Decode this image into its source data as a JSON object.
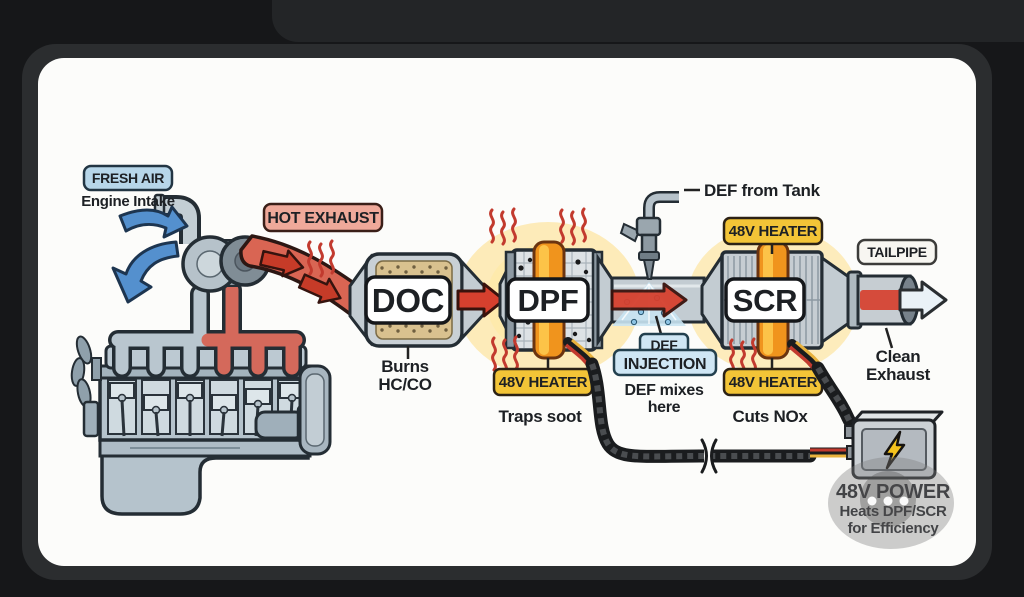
{
  "window": {
    "background_color": "#161719",
    "card_color": "#fcfcfa",
    "frame_color": "#2b2d2f"
  },
  "diagram": {
    "intake": {
      "badge": "FRESH AIR",
      "caption": "Engine Intake"
    },
    "exhaust": {
      "badge": "HOT EXHAUST"
    },
    "doc": {
      "label": "DOC",
      "caption_line1": "Burns",
      "caption_line2": "HC/CO"
    },
    "dpf": {
      "label": "DPF",
      "heater_badge": "48V HEATER",
      "caption": "Traps soot"
    },
    "def": {
      "tank_label": "DEF from Tank",
      "badge_line1": "DEF",
      "badge_line2": "INJECTION",
      "caption_line1": "DEF mixes",
      "caption_line2": "here"
    },
    "scr": {
      "label": "SCR",
      "heater_badge_top": "48V HEATER",
      "heater_badge_bottom": "48V HEATER",
      "caption": "Cuts NOx"
    },
    "tailpipe": {
      "badge": "TAILPIPE",
      "caption_line1": "Clean",
      "caption_line2": "Exhaust"
    },
    "power": {
      "title": "48V POWER",
      "caption_line1": "Heats DPF/SCR",
      "caption_line2": "for Efficiency",
      "icon": "lightning-bolt"
    },
    "colors": {
      "flow_arrow_red": "#d6402e",
      "pipe_red": "#d96553",
      "heater_band_orange": "#f0941d",
      "heater_glow_yellow": "#ffd257",
      "heater_badge_yellow": "#f3c437",
      "fresh_air_blue": "#b7d6e9",
      "intake_arrow_blue": "#5490ce",
      "hot_exhaust_salmon": "#efa99a",
      "def_badge_blue": "#cfe6f4",
      "metal_gray": "#c6cdd2",
      "cable_black": "#1a1c1e"
    }
  }
}
